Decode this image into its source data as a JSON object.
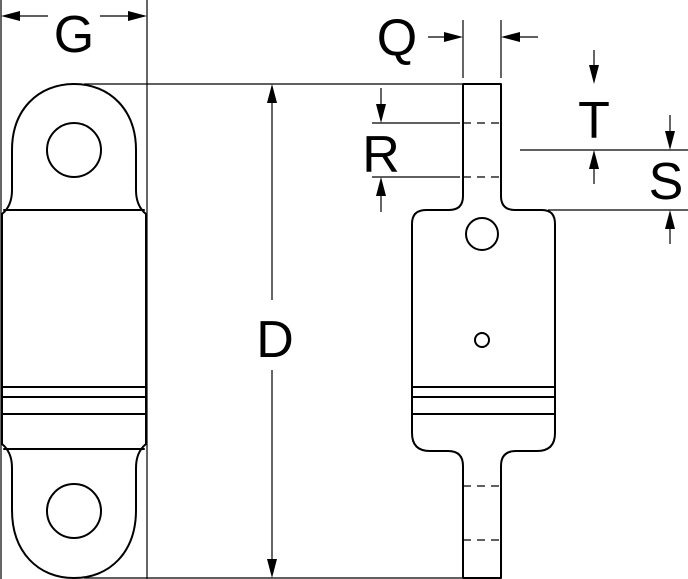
{
  "labels": {
    "g": "G",
    "q": "Q",
    "t": "T",
    "r": "R",
    "s": "S",
    "d": "D"
  }
}
